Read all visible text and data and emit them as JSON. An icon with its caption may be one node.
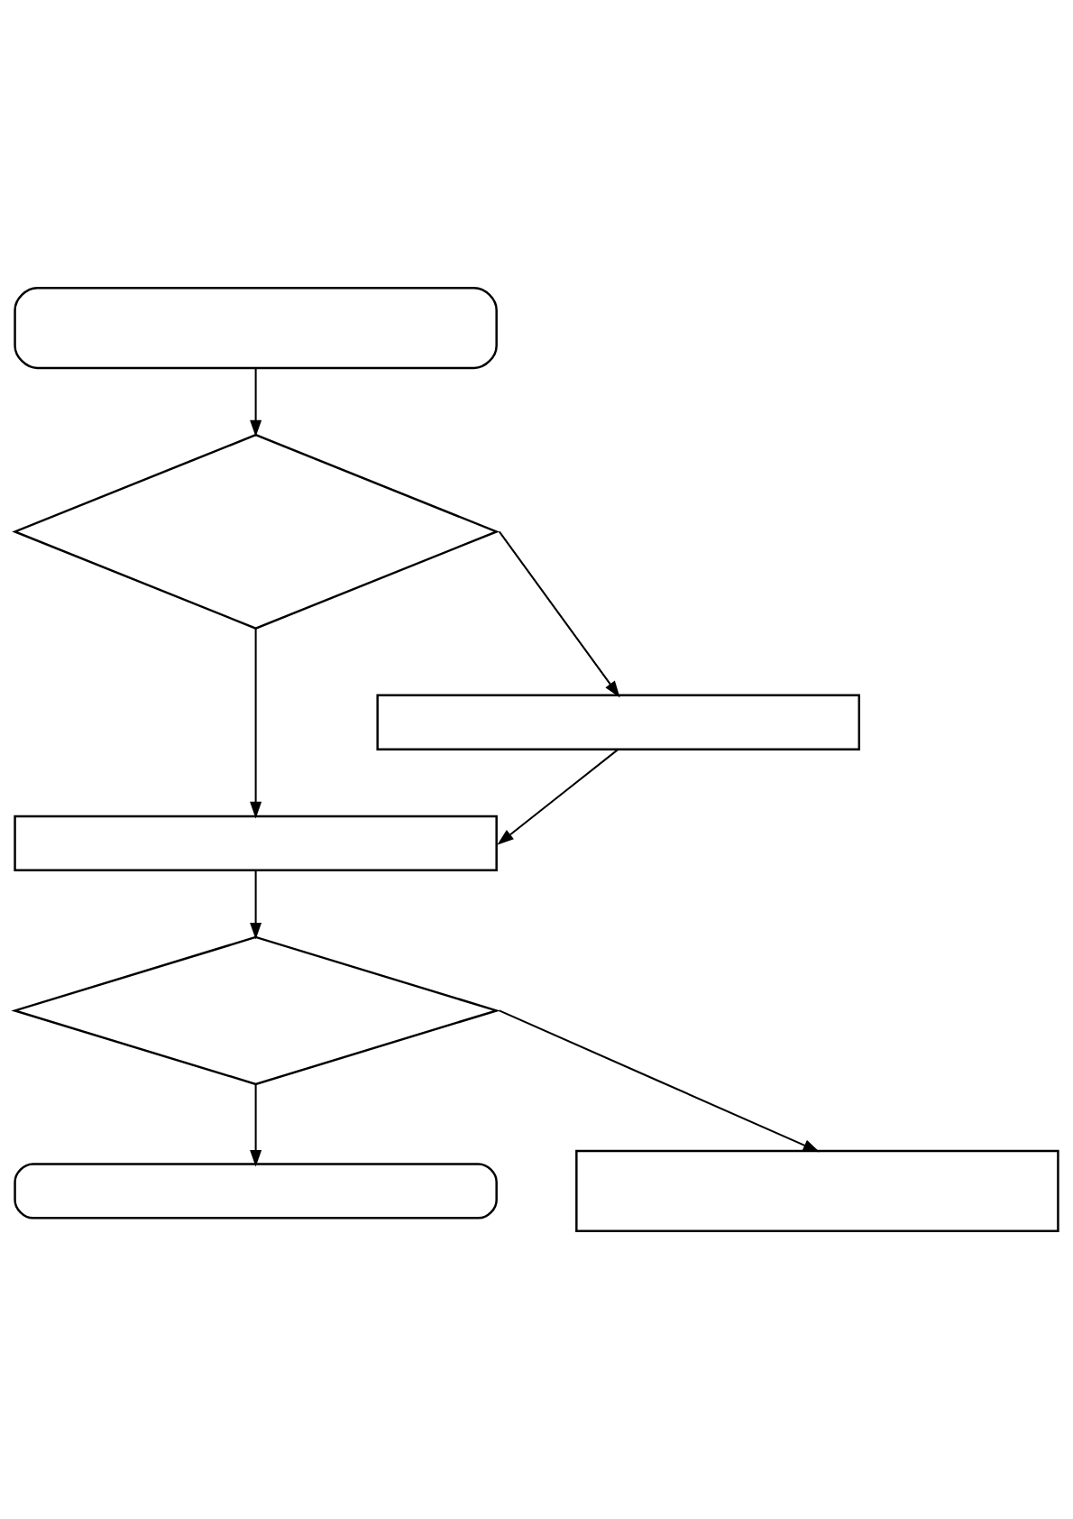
{
  "diagram": {
    "nodes": [
      {
        "text": [],
        "shape": "box"
      },
      {
        "text": [],
        "shape": "diamond"
      },
      {
        "text": [],
        "shape": "box"
      },
      {
        "text": [],
        "shape": "box"
      },
      {
        "text": [],
        "shape": "diamond"
      },
      {
        "text": [],
        "shape": "box"
      },
      {
        "text": [],
        "shape": "box"
      }
    ],
    "edges": [
      {
        "from": 0,
        "to": 1,
        "arrow": "to"
      },
      {
        "from": 1,
        "to": 2,
        "arrow": "to"
      },
      {
        "from": 1,
        "to": 3,
        "arrow": "to"
      },
      {
        "from": 2,
        "to": 3,
        "arrow": "to"
      },
      {
        "from": 3,
        "to": 4,
        "arrow": "to"
      },
      {
        "from": 4,
        "to": 5,
        "arrow": "to"
      },
      {
        "from": 4,
        "to": 6,
        "arrow": "to"
      }
    ]
  }
}
